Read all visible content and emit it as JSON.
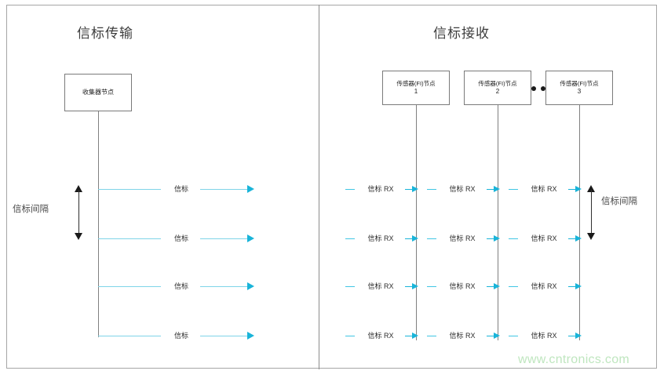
{
  "figure": {
    "watermark": "www.cntronics.com",
    "colors": {
      "beacon_line": "#7fd4e8",
      "arrow": "#19b4d9",
      "rx_dash": "#40c6e4",
      "box_border": "#7a7a7a",
      "lifeline": "#808080",
      "panel_border": "#a6a6a6",
      "watermark": "#bfe6bf"
    }
  },
  "left_panel": {
    "title": "信标传输",
    "node": {
      "label": "收集器节点"
    },
    "interval_label": "信标间隔",
    "beacon_label": "信标",
    "rows": [
      {
        "label": "信标"
      },
      {
        "label": "信标"
      },
      {
        "label": "信标"
      },
      {
        "label": "信标"
      }
    ]
  },
  "right_panel": {
    "title": "信标接收",
    "interval_label": "信标间隔",
    "ellipsis": "••",
    "nodes": [
      {
        "label": "传感器(FI)节点",
        "number": "1"
      },
      {
        "label": "传感器(FI)节点",
        "number": "2"
      },
      {
        "label": "传感器(FI)节点",
        "number": "3"
      }
    ],
    "rx_label": "信标 RX",
    "rows": [
      {
        "cells": [
          "信标 RX",
          "信标 RX",
          "信标 RX"
        ]
      },
      {
        "cells": [
          "信标 RX",
          "信标 RX",
          "信标 RX"
        ]
      },
      {
        "cells": [
          "信标 RX",
          "信标 RX",
          "信标 RX"
        ]
      },
      {
        "cells": [
          "信标 RX",
          "信标 RX",
          "信标 RX"
        ]
      }
    ]
  }
}
